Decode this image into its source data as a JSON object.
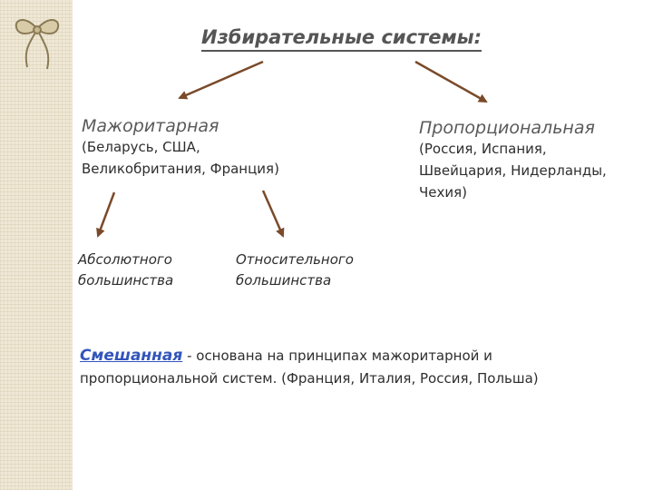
{
  "title": "Избирательные системы:",
  "majoritarian": {
    "heading": "Мажоритарная",
    "countries_line1": "(Беларусь, США,",
    "countries_line2": "Великобритания, Франция)"
  },
  "proportional": {
    "heading": "Пропорциональная",
    "countries_line1": "(Россия, Испания,",
    "countries_line2": "Швейцария, Нидерланды,",
    "countries_line3": "Чехия)"
  },
  "absolute": {
    "line1": "Абсолютного",
    "line2": "большинства"
  },
  "relative": {
    "line1": "Относительного",
    "line2": "большинства"
  },
  "mixed": {
    "term": "Смешанная",
    "text_line1": " - основана на принципах мажоритарной и",
    "text_line2": "пропорциональной систем. (Франция, Италия, Россия, Польша)"
  },
  "colors": {
    "arrow": "#7a4a2a",
    "term": "#3355bb",
    "strip": "#efe8d6"
  },
  "icons": {
    "decoration": "ribbon-bow-icon"
  }
}
